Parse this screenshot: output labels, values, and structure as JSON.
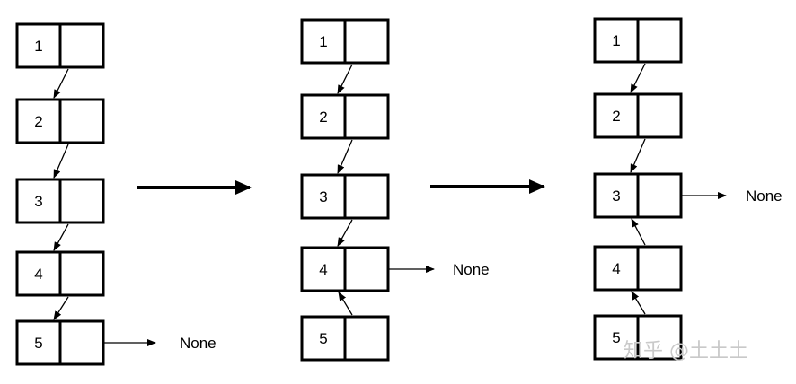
{
  "stage1": {
    "nodes": [
      "1",
      "2",
      "3",
      "4",
      "5"
    ],
    "tail": "None"
  },
  "stage2": {
    "nodes": [
      "1",
      "2",
      "3",
      "4",
      "5"
    ],
    "tail": "None"
  },
  "stage3": {
    "nodes": [
      "1",
      "2",
      "3",
      "4",
      "5"
    ],
    "tail": "None"
  },
  "watermark": "知乎 @土土土"
}
